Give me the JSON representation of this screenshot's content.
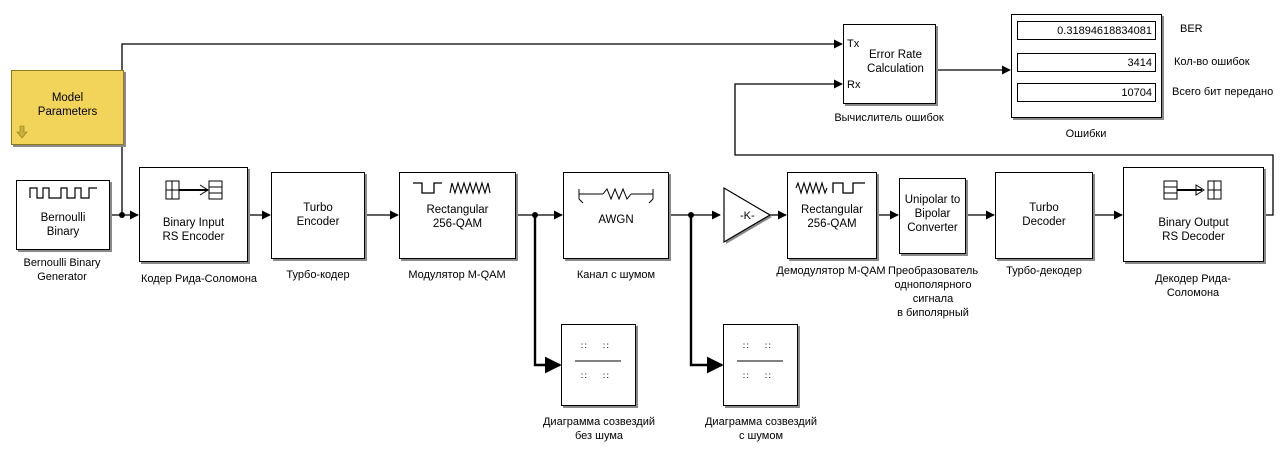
{
  "blocks": {
    "bernoulli": "Bernoulli\nBinary",
    "model_params": "Model\nParameters",
    "rs_encoder": "Binary Input\nRS Encoder",
    "turbo_encoder": "Turbo\nEncoder",
    "modulator": "Rectangular\n256-QAM",
    "awgn": "AWGN",
    "gain": "-K-",
    "demodulator": "Rectangular\n256-QAM",
    "converter": "Unipolar to\nBipolar\nConverter",
    "turbo_decoder": "Turbo\nDecoder",
    "rs_decoder": "Binary Output\nRS Decoder",
    "error_rate": "Error Rate\nCalculation",
    "tx_port": "Tx",
    "rx_port": "Rx"
  },
  "captions": {
    "bernoulli": "Bernoulli Binary\nGenerator",
    "rs_encoder": "Кодер Рида-Соломона",
    "turbo_encoder": "Турбо-кодер",
    "modulator": "Модулятор M-QAM",
    "awgn": "Канал с шумом",
    "demodulator": "Демодулятор M-QAM",
    "converter": "Преобразователь\nоднополярного\nсигнала\nв биполярный",
    "turbo_decoder": "Турбо-декодер",
    "rs_decoder": "Декодер Рида-Соломона",
    "error_rate": "Вычислитель ошибок",
    "scope1": "Диаграмма созвездий\nбез шума",
    "scope2": "Диаграмма созвездий\nс шумом",
    "display": "Ошибки"
  },
  "display": {
    "values": [
      "0.31894618834081",
      "3414",
      "10704"
    ],
    "labels": [
      "BER",
      "Кол-во ошибок",
      "Всего бит передано"
    ]
  },
  "colors": {
    "model_params_fill": "#f2d45a",
    "shadow": "#8a8a8a"
  }
}
